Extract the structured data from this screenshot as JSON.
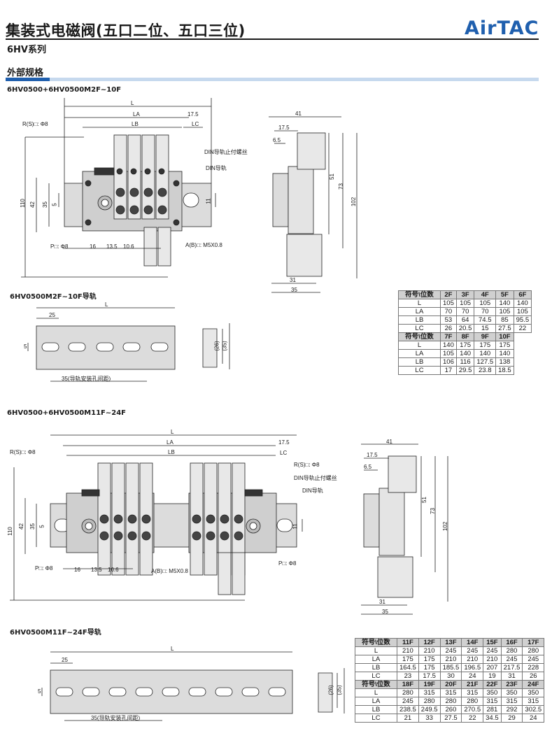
{
  "header": {
    "title": "集装式电磁阀(五口二位、五口三位)",
    "series": "6HV系列",
    "logo": "AirTAC"
  },
  "section": {
    "title": "外部规格"
  },
  "diagram1": {
    "heading": "6HV0500+6HV0500M2F~10F",
    "labels": {
      "L": "L",
      "LA": "LA",
      "LB": "LB",
      "LC": "LC",
      "d17_5": "17.5",
      "rs": "R(S)□: Φ8",
      "din_screw": "DIN导轨止付螺丝",
      "din_rail": "DIN导轨",
      "d110": "110",
      "d42": "42",
      "d35": "35",
      "d5": "5",
      "d11": "11",
      "p": "P□: Φ8",
      "d16": "16",
      "d13_5": "13.5",
      "d10_6": "10.6",
      "ab": "A(B)□: M5X0.8"
    },
    "side": {
      "d41": "41",
      "d17_5": "17.5",
      "d6_5": "6.5",
      "d51": "51",
      "d73": "73",
      "d102": "102",
      "d31": "31",
      "d35": "35"
    }
  },
  "rail1": {
    "heading": "6HV0500M2F~10F导轨",
    "labels": {
      "L": "L",
      "d25": "25",
      "d5": "5",
      "pitch": "35(导轨安装孔间距)",
      "d26": "(26)",
      "d35": "(35)"
    }
  },
  "table1": {
    "header_label": "符号\\位数",
    "groups": [
      {
        "cols": [
          "2F",
          "3F",
          "4F",
          "5F",
          "6F"
        ],
        "rows": [
          {
            "label": "L",
            "values": [
              "105",
              "105",
              "105",
              "140",
              "140"
            ]
          },
          {
            "label": "LA",
            "values": [
              "70",
              "70",
              "70",
              "105",
              "105"
            ]
          },
          {
            "label": "LB",
            "values": [
              "53",
              "64",
              "74.5",
              "85",
              "95.5"
            ]
          },
          {
            "label": "LC",
            "values": [
              "26",
              "20.5",
              "15",
              "27.5",
              "22"
            ]
          }
        ]
      },
      {
        "cols": [
          "7F",
          "8F",
          "9F",
          "10F"
        ],
        "rows": [
          {
            "label": "L",
            "values": [
              "140",
              "175",
              "175",
              "175"
            ]
          },
          {
            "label": "LA",
            "values": [
              "105",
              "140",
              "140",
              "140"
            ]
          },
          {
            "label": "LB",
            "values": [
              "106",
              "116",
              "127.5",
              "138"
            ]
          },
          {
            "label": "LC",
            "values": [
              "17",
              "29.5",
              "23.8",
              "18.5"
            ]
          }
        ]
      }
    ]
  },
  "diagram2": {
    "heading": "6HV0500+6HV0500M11F~24F",
    "labels": {
      "L": "L",
      "LA": "LA",
      "LB": "LB",
      "LC": "LC",
      "d17_5": "17.5",
      "rs_left": "R(S)□: Φ8",
      "rs_right": "R(S)□: Φ8",
      "din_screw": "DIN导轨止付螺丝",
      "din_rail": "DIN导轨",
      "d110": "110",
      "d42": "42",
      "d35": "35",
      "d5": "5",
      "d11": "11",
      "p_left": "P□: Φ8",
      "p_right": "P□: Φ8",
      "d16": "16",
      "d13_5": "13.5",
      "d10_6": "10.6",
      "ab": "A(B)□: M5X0.8"
    },
    "side": {
      "d41": "41",
      "d17_5": "17.5",
      "d6_5": "6.5",
      "d51": "51",
      "d73": "73",
      "d102": "102",
      "d31": "31",
      "d35": "35"
    }
  },
  "rail2": {
    "heading": "6HV0500M11F~24F导轨",
    "labels": {
      "L": "L",
      "d25": "25",
      "d5": "5",
      "pitch": "35(导轨安装孔间距)",
      "d26": "(26)",
      "d35": "(35)"
    }
  },
  "table2": {
    "header_label": "符号\\位数",
    "groups": [
      {
        "cols": [
          "11F",
          "12F",
          "13F",
          "14F",
          "15F",
          "16F",
          "17F"
        ],
        "rows": [
          {
            "label": "L",
            "values": [
              "210",
              "210",
              "245",
              "245",
              "245",
              "280",
              "280"
            ]
          },
          {
            "label": "LA",
            "values": [
              "175",
              "175",
              "210",
              "210",
              "210",
              "245",
              "245"
            ]
          },
          {
            "label": "LB",
            "values": [
              "164.5",
              "175",
              "185.5",
              "196.5",
              "207",
              "217.5",
              "228"
            ]
          },
          {
            "label": "LC",
            "values": [
              "23",
              "17.5",
              "30",
              "24",
              "19",
              "31",
              "26"
            ]
          }
        ]
      },
      {
        "cols": [
          "18F",
          "19F",
          "20F",
          "21F",
          "22F",
          "23F",
          "24F"
        ],
        "rows": [
          {
            "label": "L",
            "values": [
              "280",
              "315",
              "315",
              "315",
              "350",
              "350",
              "350"
            ]
          },
          {
            "label": "LA",
            "values": [
              "245",
              "280",
              "280",
              "280",
              "315",
              "315",
              "315"
            ]
          },
          {
            "label": "LB",
            "values": [
              "238.5",
              "249.5",
              "260",
              "270.5",
              "281",
              "292",
              "302.5"
            ]
          },
          {
            "label": "LC",
            "values": [
              "21",
              "33",
              "27.5",
              "22",
              "34.5",
              "29",
              "24"
            ]
          }
        ]
      }
    ]
  }
}
